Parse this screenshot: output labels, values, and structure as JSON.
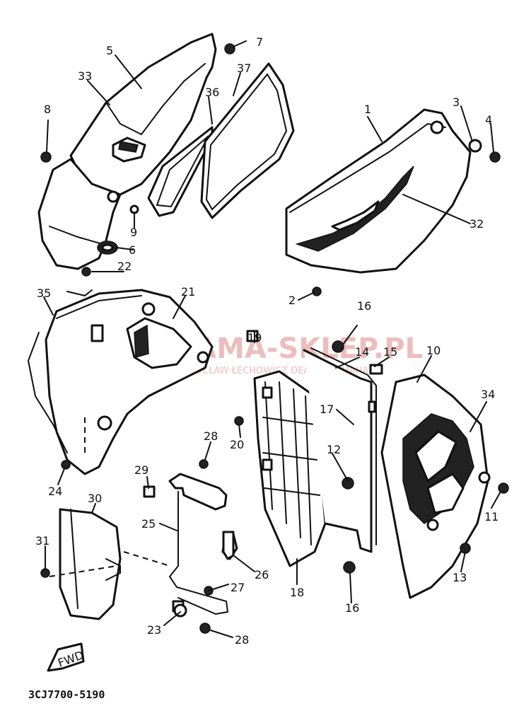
{
  "callouts": [
    "5",
    "7",
    "33",
    "37",
    "36",
    "8",
    "1",
    "3",
    "4",
    "32",
    "9",
    "6",
    "22",
    "2",
    "21",
    "35",
    "19",
    "16",
    "14",
    "15",
    "10",
    "34",
    "17",
    "12",
    "20",
    "28",
    "29",
    "24",
    "11",
    "30",
    "25",
    "31",
    "26",
    "27",
    "13",
    "23",
    "18",
    "28",
    "16"
  ],
  "watermark": {
    "brand": "YAMA-SKLEP.PL",
    "dealer": "WROCŁAW·ŁECHOWICZ DEALER YAMAHA"
  },
  "fwd_label": "FWD",
  "part_code": "3CJ7700-5190",
  "colors": {
    "line": "#111111",
    "watermark": "#e8a8a8"
  }
}
